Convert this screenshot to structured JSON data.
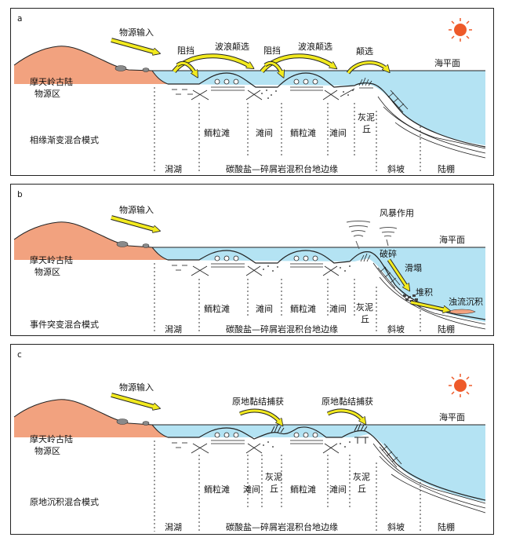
{
  "colors": {
    "sea": "#b4e3f3",
    "land": "#f2a27f",
    "arrow": "#f2ea1f",
    "sun": "#ee5a2a",
    "line": "#1a1a1a"
  },
  "zones": {
    "lagoon": "潟湖",
    "platform_margin": "碳酸盐—碎屑岩混积台地边缘",
    "slope": "斜坡",
    "shelf": "陆棚"
  },
  "common": {
    "source_input": "物源输入",
    "paleoland": "摩天岭古陆",
    "source_area": "物源区",
    "sea_level": "海平面",
    "oolitic_shoal": "鲕粒滩",
    "inter_shoal": "滩间",
    "mud_mound_1": "灰泥",
    "mud_mound_2": "丘"
  },
  "panel_a": {
    "letter": "a",
    "mode": "相缘渐变混合模式",
    "block_1": "阻挡",
    "wave_1": "波浪颠选",
    "block_2": "阻挡",
    "wave_2": "波浪颠选",
    "sort": "颠选"
  },
  "panel_b": {
    "letter": "b",
    "mode": "事件突变混合模式",
    "storm": "风暴作用",
    "breakage": "破碎",
    "slump": "滑塌",
    "accumulation": "堆积",
    "turbidite": "浊流沉积"
  },
  "panel_c": {
    "letter": "c",
    "mode": "原地沉积混合模式",
    "capture_1": "原地黏结捕获",
    "capture_2": "原地黏结捕获"
  }
}
